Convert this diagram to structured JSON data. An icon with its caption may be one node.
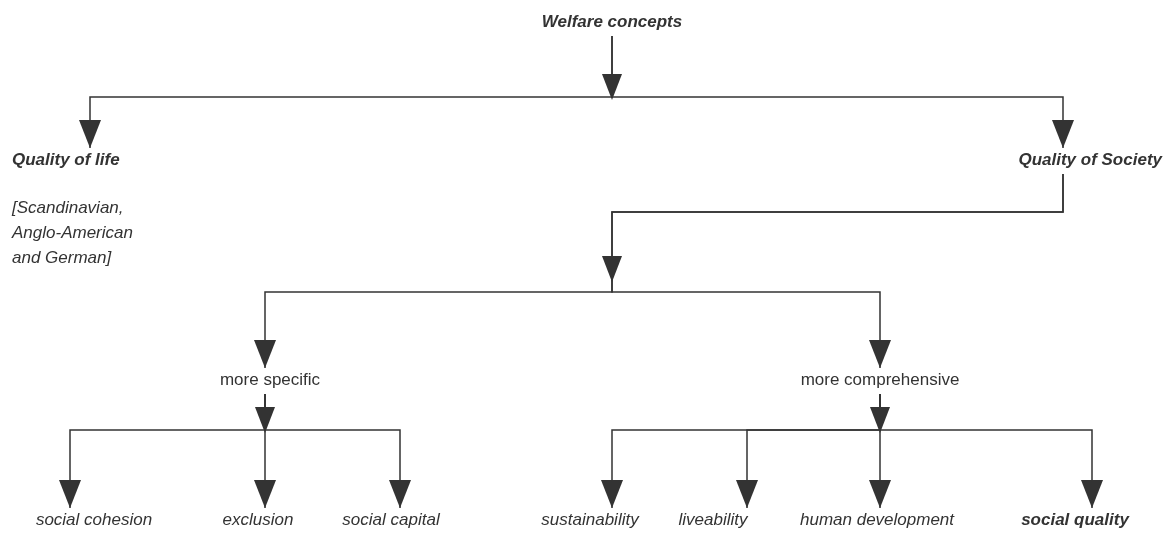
{
  "diagram": {
    "nodes": [
      {
        "text": [
          "Welfare concepts"
        ]
      },
      {
        "text": [
          "Quality of life"
        ],
        "beside": [
          "[Scandinavian, Anglo-American and German]"
        ]
      },
      {
        "text": [
          "Quality of Society"
        ]
      },
      {
        "text": [
          "more specific"
        ]
      },
      {
        "text": [
          "more comprehensive"
        ]
      },
      {
        "text": [
          "social cohesion"
        ]
      },
      {
        "text": [
          "exclusion"
        ]
      },
      {
        "text": [
          "social capital"
        ]
      },
      {
        "text": [
          "sustainability"
        ]
      },
      {
        "text": [
          "liveability"
        ]
      },
      {
        "text": [
          "human development"
        ]
      },
      {
        "text": [
          "social quality"
        ]
      }
    ],
    "edges": [
      {
        "from": 0,
        "to": 1,
        "arrow": "to"
      },
      {
        "from": 0,
        "to": 2,
        "arrow": "to"
      },
      {
        "from": 2,
        "to": 3,
        "arrow": "to"
      },
      {
        "from": 2,
        "to": 4,
        "arrow": "to"
      },
      {
        "from": 3,
        "to": 5,
        "arrow": "to"
      },
      {
        "from": 3,
        "to": 6,
        "arrow": "to"
      },
      {
        "from": 3,
        "to": 7,
        "arrow": "to"
      },
      {
        "from": 4,
        "to": 8,
        "arrow": "to"
      },
      {
        "from": 4,
        "to": 9,
        "arrow": "to"
      },
      {
        "from": 4,
        "to": 10,
        "arrow": "to"
      },
      {
        "from": 4,
        "to": 11,
        "arrow": "to"
      }
    ]
  }
}
